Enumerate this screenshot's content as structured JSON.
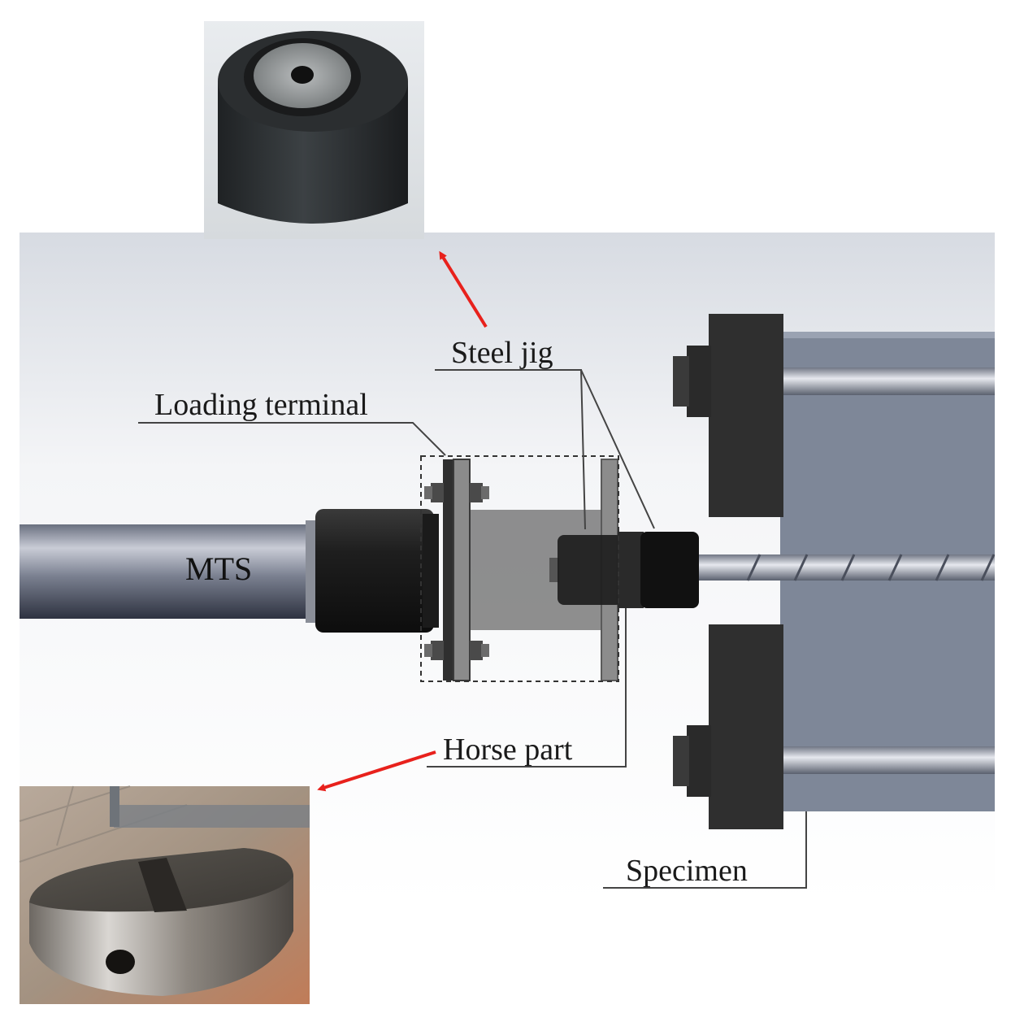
{
  "labels": {
    "steel_jig": "Steel jig",
    "loading_terminal": "Loading terminal",
    "mts": "MTS",
    "horse_part": "Horse part",
    "specimen": "Specimen"
  },
  "colors": {
    "arrow": "#e8211c",
    "leader": "#444444",
    "block": "#2f2f2f",
    "specimen_body": "#7e8798"
  }
}
